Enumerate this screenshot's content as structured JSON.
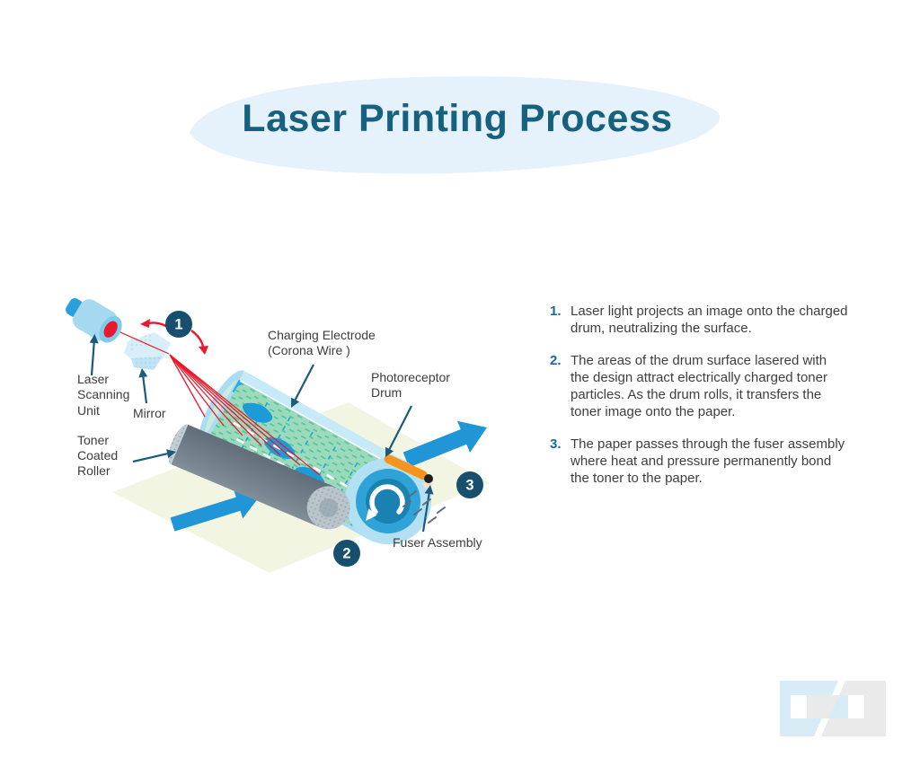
{
  "title": "Laser Printing Process",
  "diagram": {
    "labels": {
      "lsu_1": "Laser",
      "lsu_2": "Scanning",
      "lsu_3": "Unit",
      "mirror": "Mirror",
      "charging_1": "Charging Electrode",
      "charging_2": "(Corona Wire )",
      "photo_1": "Photoreceptor",
      "photo_2": "Drum",
      "toner_1": "Toner",
      "toner_2": "Coated",
      "toner_3": "Roller",
      "fuser": "Fuser Assembly"
    },
    "badges": {
      "one": "1",
      "two": "2",
      "three": "3"
    }
  },
  "steps": [
    {
      "number": "1.",
      "text": "Laser light projects an image onto the charged drum, neutralizing the surface."
    },
    {
      "number": "2.",
      "text": "The areas of the drum surface lasered with the design attract electrically charged toner particles. As the drum rolls, it transfers the toner image onto the paper."
    },
    {
      "number": "3.",
      "text": "The paper passes through the fuser assembly where heat and pressure permanently bond the toner to the paper."
    }
  ],
  "colors": {
    "title_blue": "#16617f",
    "blob_light_blue": "#e6f2fb",
    "step_number_blue": "#17689e",
    "body_text": "#3e3e3e",
    "badge_navy": "#17506f",
    "laser_red": "#e8192c",
    "flow_arrow_blue": "#2196d6",
    "drum_light_blue": "#aadcf2",
    "drum_green": "#9cdabe",
    "toner_blue": "#1b9cd8",
    "roller_gray": "#7b8892",
    "paper_ivory": "#f3f5e3",
    "fuser_orange": "#f7941e",
    "label_arrow_teal": "#1b5a7d",
    "logo_blue": "#d8ecf8",
    "logo_gray": "#eaeaea"
  }
}
